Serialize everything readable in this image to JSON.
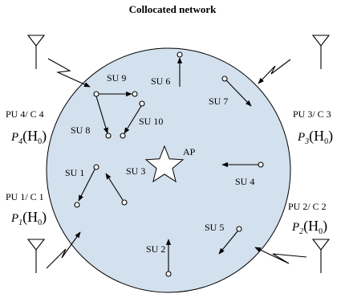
{
  "title": "Collocated network",
  "access_point": {
    "label": "AP",
    "icon": "star-icon"
  },
  "secondary_users": [
    {
      "id": "su1",
      "label": "SU 1"
    },
    {
      "id": "su2",
      "label": "SU 2"
    },
    {
      "id": "su3",
      "label": "SU 3"
    },
    {
      "id": "su4",
      "label": "SU 4"
    },
    {
      "id": "su5",
      "label": "SU 5"
    },
    {
      "id": "su6",
      "label": "SU 6"
    },
    {
      "id": "su7",
      "label": "SU 7"
    },
    {
      "id": "su8",
      "label": "SU 8"
    },
    {
      "id": "su9",
      "label": "SU 9"
    },
    {
      "id": "su10",
      "label": "SU 10"
    }
  ],
  "primary_users": [
    {
      "id": "pu1",
      "label": "PU 1/ C 1",
      "power": "P",
      "sub": "1",
      "arg": "(H",
      "argsub": "0",
      "close": ")"
    },
    {
      "id": "pu2",
      "label": "PU 2/ C 2",
      "power": "P",
      "sub": "2",
      "arg": "(H",
      "argsub": "0",
      "close": ")"
    },
    {
      "id": "pu3",
      "label": "PU 3/ C 3",
      "power": "P",
      "sub": "3",
      "arg": "(H",
      "argsub": "0",
      "close": ")"
    },
    {
      "id": "pu4",
      "label": "PU 4/ C 4",
      "power": "P",
      "sub": "4",
      "arg": "(H",
      "argsub": "0",
      "close": ")"
    }
  ],
  "colors": {
    "circle_fill": "#d3e0ee",
    "stroke": "#000000"
  }
}
